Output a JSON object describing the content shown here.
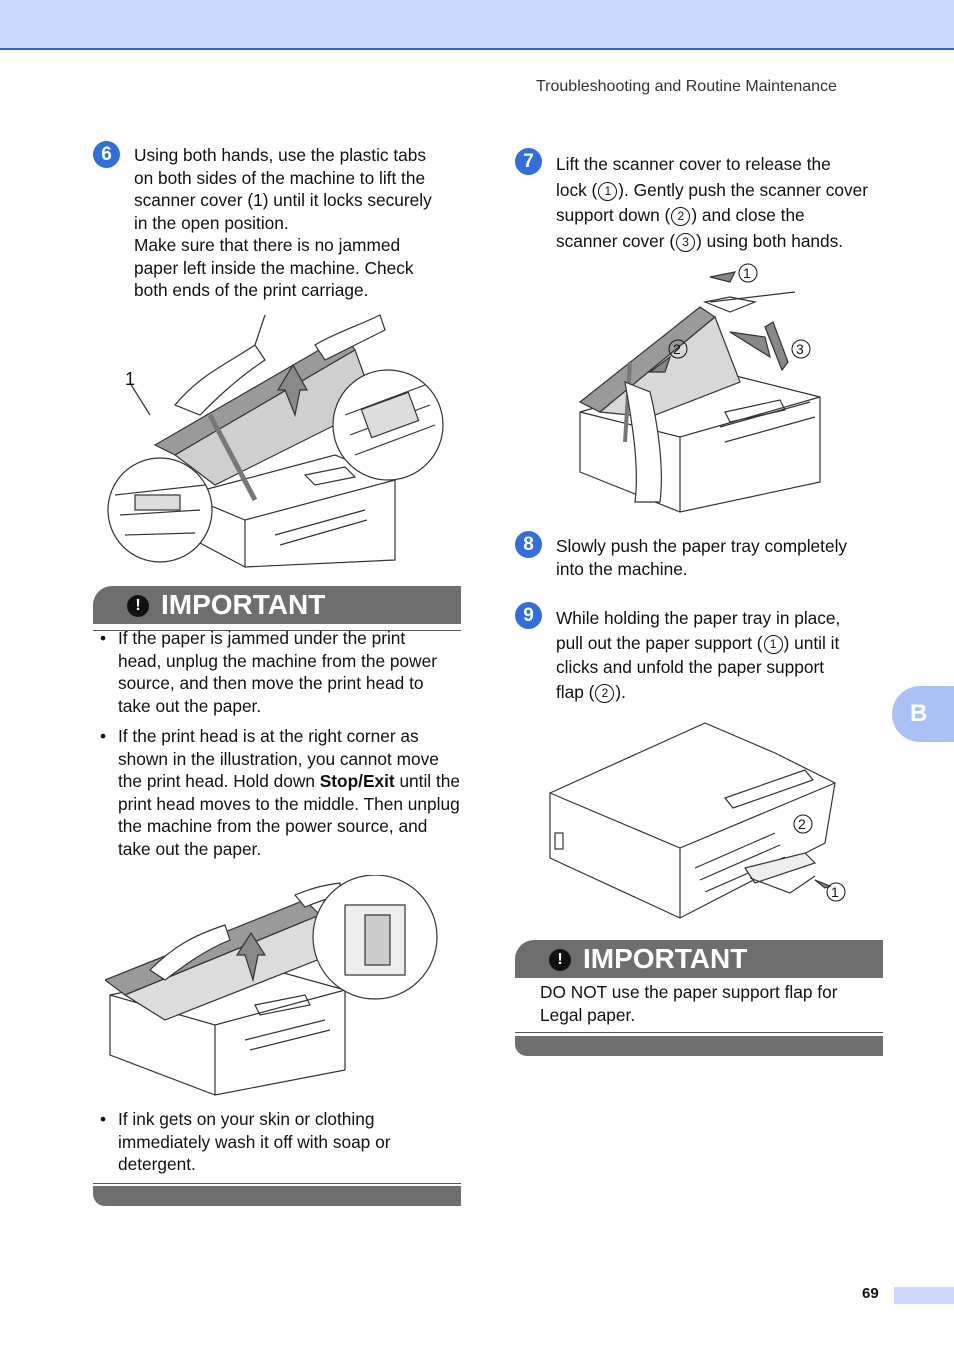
{
  "header": {
    "running_title": "Troubleshooting and Routine Maintenance"
  },
  "side_tab": {
    "label": "B"
  },
  "page_number": "69",
  "left": {
    "step6": {
      "number": "6",
      "lines": [
        "Using both hands, use the plastic tabs",
        "on both sides of the machine to lift the",
        "scanner cover (1) until it locks securely",
        "in the open position.",
        "Make sure that there is no jammed",
        "paper left inside the machine. Check",
        "both ends of the print carriage."
      ],
      "figure_callout": "1"
    },
    "important": {
      "title": "IMPORTANT",
      "bullet1": [
        "If the paper is jammed under the print",
        "head, unplug the machine from the power",
        "source, and then move the print head to",
        "take out the paper."
      ],
      "bullet2_before": "If the print head is at the right corner as shown in the illustration, you cannot move the print head. Hold down ",
      "bullet2_bold": "Stop/Exit",
      "bullet2_after": " until the print head moves to the middle. Then unplug the machine from the power source, and take out the paper.",
      "bullet3": [
        "If ink gets on your skin or clothing",
        "immediately wash it off with soap or",
        "detergent."
      ],
      "bullet_mark": "•"
    }
  },
  "right": {
    "step7": {
      "number": "7",
      "line1": "Lift the scanner cover to release the",
      "line2_a": "lock (",
      "c1": "1",
      "line2_b": "). Gently push the scanner cover",
      "line3_a": "support down (",
      "c2": "2",
      "line3_b": ") and close the",
      "line4_a": "scanner cover (",
      "c3": "3",
      "line4_b": ") using both hands.",
      "fig_labels": [
        "1",
        "2",
        "3"
      ]
    },
    "step8": {
      "number": "8",
      "lines": [
        "Slowly push the paper tray completely",
        "into the machine."
      ]
    },
    "step9": {
      "number": "9",
      "line1": "While holding the paper tray in place,",
      "line2_a": "pull out the paper support (",
      "c1": "1",
      "line2_b": ") until it",
      "line3": "clicks and unfold the paper support",
      "line4_a": "flap (",
      "c2": "2",
      "line4_b": ").",
      "fig_labels": [
        "2",
        "1"
      ]
    },
    "important": {
      "title": "IMPORTANT",
      "lines": [
        "DO NOT use the paper support flap for",
        "Legal paper."
      ]
    }
  }
}
